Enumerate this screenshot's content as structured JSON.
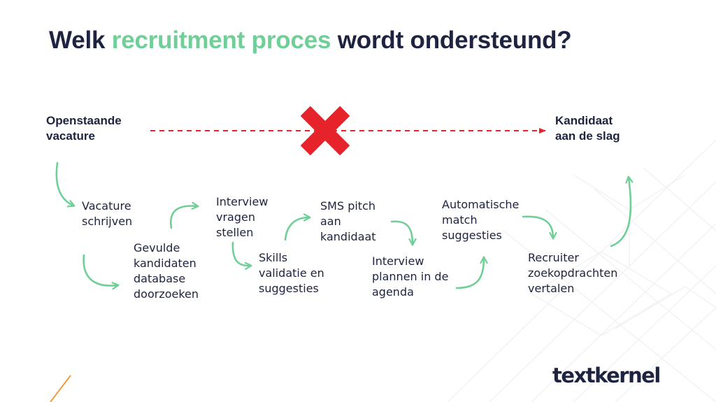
{
  "title": {
    "part1": "Welk ",
    "highlight": "recruitment proces",
    "part2": " wordt ondersteund?"
  },
  "start": {
    "line1": "Openstaande",
    "line2": "vacature"
  },
  "end": {
    "line1": "Kandidaat",
    "line2": "aan de slag"
  },
  "steps": [
    {
      "lines": [
        "Vacature",
        "schrijven"
      ]
    },
    {
      "lines": [
        "Gevulde",
        "kandidaten",
        "database",
        "doorzoeken"
      ]
    },
    {
      "lines": [
        "Interview",
        "vragen",
        "stellen"
      ]
    },
    {
      "lines": [
        "Skills",
        "validatie en",
        "suggesties"
      ]
    },
    {
      "lines": [
        "SMS pitch",
        "aan",
        "kandidaat"
      ]
    },
    {
      "lines": [
        "Interview",
        "plannen in de",
        "agenda"
      ]
    },
    {
      "lines": [
        "Automatische",
        "match",
        "suggesties"
      ]
    },
    {
      "lines": [
        "Recruiter",
        "zoekopdrachten",
        "vertalen"
      ]
    }
  ],
  "logo": "textkernel",
  "colors": {
    "navy": "#1d2340",
    "green": "#6fcf97",
    "red": "#e6232b",
    "orange": "#f39c3a"
  },
  "icons": {
    "blocked": "red-x-icon"
  }
}
